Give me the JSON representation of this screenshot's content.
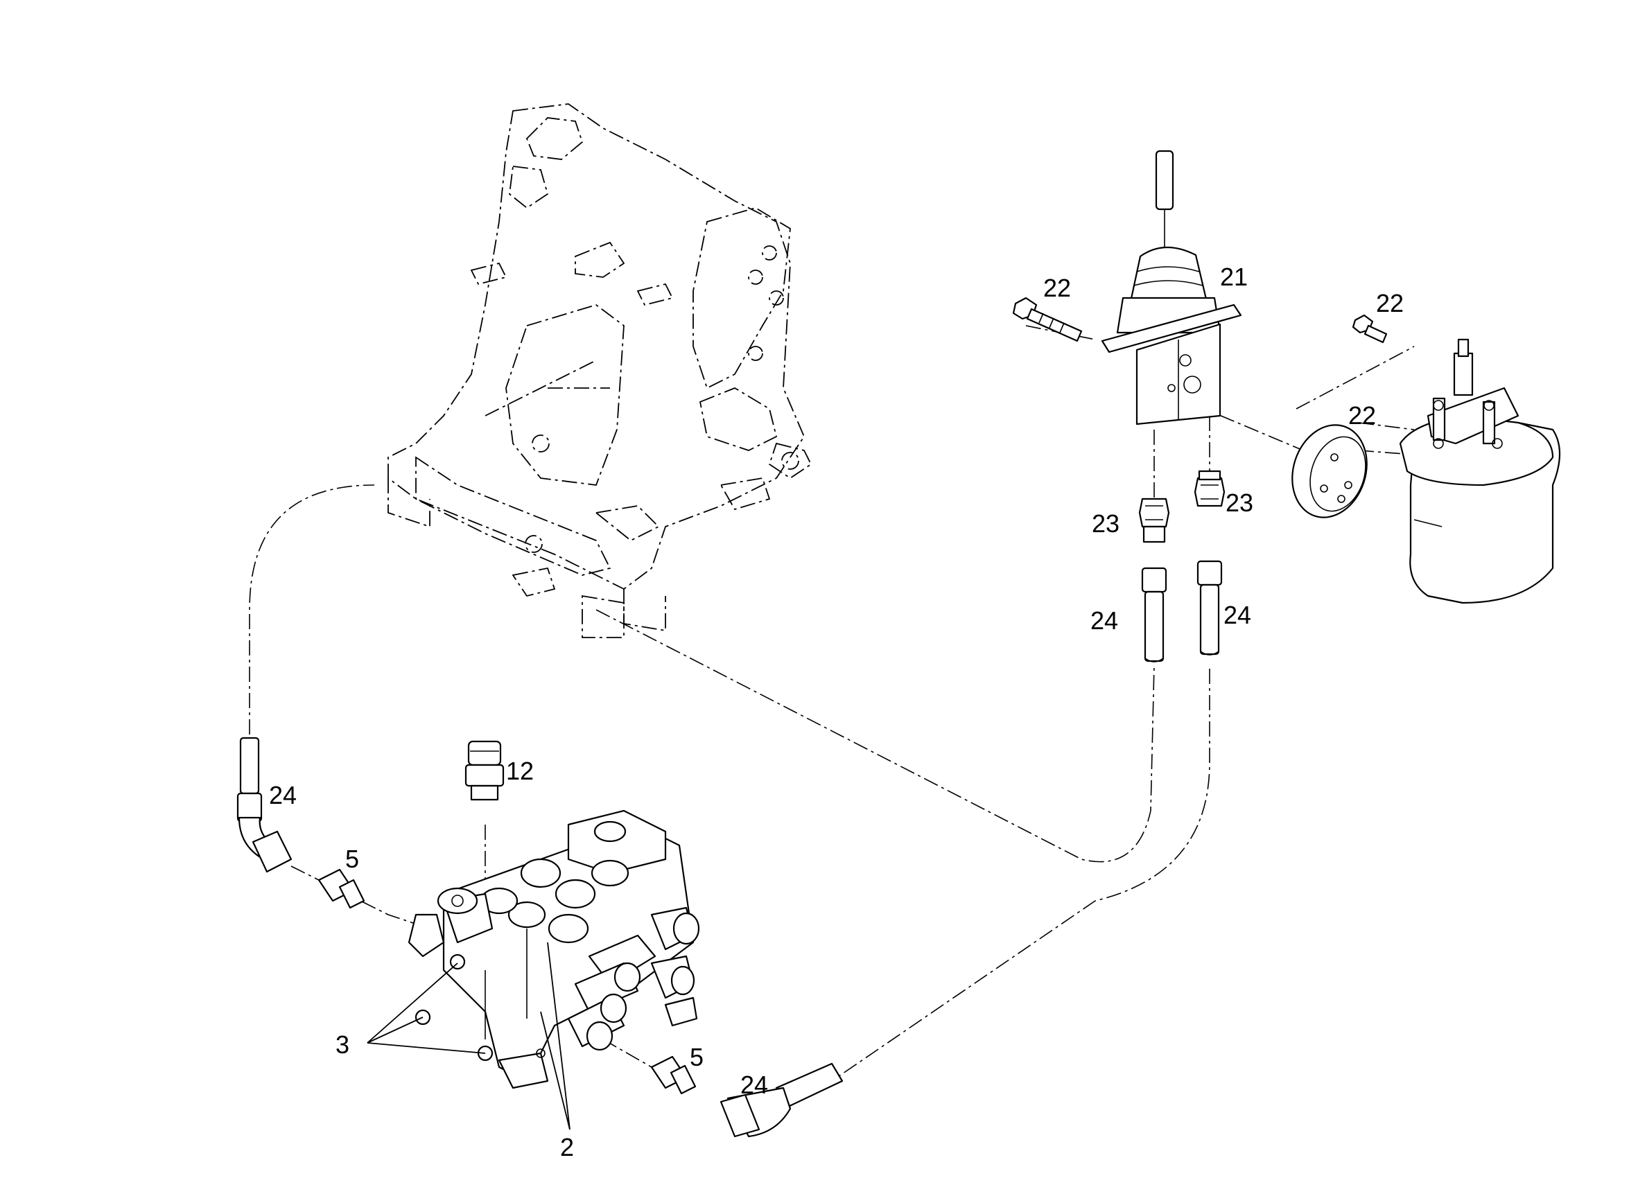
{
  "diagram": {
    "callouts": [
      {
        "id": "c22a",
        "text": "22"
      },
      {
        "id": "c21",
        "text": "21"
      },
      {
        "id": "c22b",
        "text": "22"
      },
      {
        "id": "c22c",
        "text": "22"
      },
      {
        "id": "c23a",
        "text": "23"
      },
      {
        "id": "c23b",
        "text": "23"
      },
      {
        "id": "c24a",
        "text": "24"
      },
      {
        "id": "c24b",
        "text": "24"
      },
      {
        "id": "c24c",
        "text": "24"
      },
      {
        "id": "c12",
        "text": "12"
      },
      {
        "id": "c5a",
        "text": "5"
      },
      {
        "id": "c5b",
        "text": "5"
      },
      {
        "id": "c24d",
        "text": "24"
      },
      {
        "id": "c3",
        "text": "3"
      },
      {
        "id": "c2",
        "text": "2"
      }
    ]
  }
}
